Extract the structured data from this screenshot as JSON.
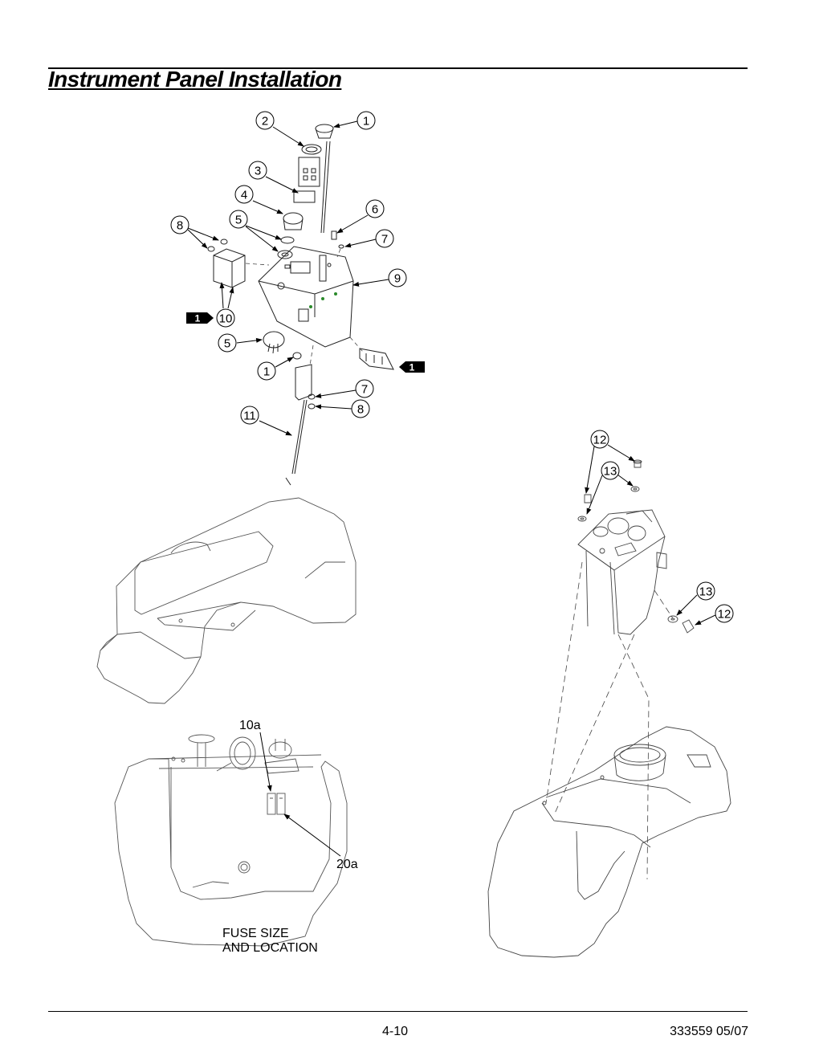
{
  "header": {
    "title": "Instrument Panel Installation"
  },
  "footer": {
    "page_number": "4-10",
    "doc_code": "333559 05/07"
  },
  "callouts": {
    "c1a": "1",
    "c2": "2",
    "c3": "3",
    "c4": "4",
    "c5a": "5",
    "c6": "6",
    "c7a": "7",
    "c8a": "8",
    "c9": "9",
    "c10": "10",
    "c5b": "5",
    "c1b": "1",
    "c7b": "7",
    "c8b": "8",
    "c11": "11",
    "c12a": "12",
    "c13a": "13",
    "c13b": "13",
    "c12b": "12"
  },
  "flags": {
    "left": "1",
    "right": "1"
  },
  "fuse_view": {
    "label_10a": "10a",
    "label_20a": "20a",
    "caption_line1": "FUSE SIZE",
    "caption_line2": "AND LOCATION"
  }
}
